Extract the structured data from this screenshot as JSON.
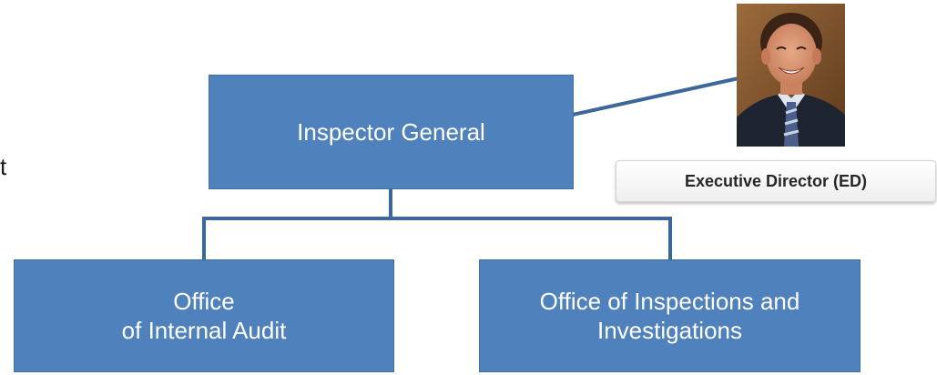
{
  "nodes": {
    "inspector_general": "Inspector General",
    "internal_audit": [
      "Office",
      "of Internal Audit"
    ],
    "inspections": [
      "Office of Inspections and",
      "Investigations"
    ]
  },
  "photo": {
    "label": "Executive Director (ED)"
  },
  "edge_fragment": "t",
  "colors": {
    "box_fill": "#4f81bd",
    "connector": "#3b679a",
    "label_text": "#262626"
  }
}
